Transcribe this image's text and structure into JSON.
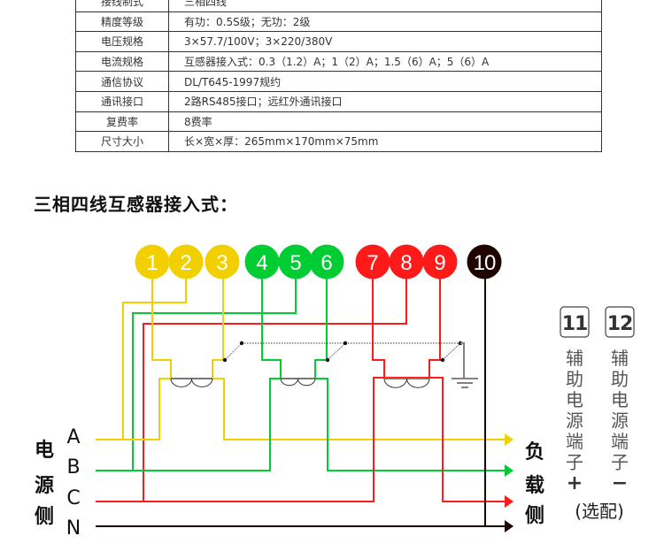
{
  "spec_table": [
    {
      "key": "接线制式",
      "value": "三相四线"
    },
    {
      "key": "精度等级",
      "value": "有功：0.5S级；无功：2级"
    },
    {
      "key": "电压规格",
      "value": "3×57.7/100V；3×220/380V"
    },
    {
      "key": "电流规格",
      "value": "互感器接入式：0.3（1.2）A；1（2）A；1.5（6）A；5（6）A"
    },
    {
      "key": "通信协议",
      "value": "DL/T645-1997规约"
    },
    {
      "key": "通讯接口",
      "value": "2路RS485接口；远红外通讯接口"
    },
    {
      "key": "复费率",
      "value": "8费率"
    },
    {
      "key": "尺寸大小",
      "value": "长×宽×厚：265mm×170mm×75mm"
    }
  ],
  "diagram": {
    "title": "三相四线互感器接入式：",
    "terminals": [
      "1",
      "2",
      "3",
      "4",
      "5",
      "6",
      "7",
      "8",
      "9",
      "10"
    ],
    "terminal_colors": {
      "A": "#f2d000",
      "B": "#00cc33",
      "C": "#ff1a1a",
      "N": "#1e0500"
    },
    "source_label": [
      "电",
      "源",
      "侧"
    ],
    "phases": [
      "A",
      "B",
      "C",
      "N"
    ],
    "load_label": [
      "负",
      "载",
      "侧"
    ],
    "aux_terminals": [
      {
        "number": "11",
        "text": [
          "辅",
          "助",
          "电",
          "源",
          "端",
          "子"
        ],
        "sign": "+"
      },
      {
        "number": "12",
        "text": [
          "辅",
          "助",
          "电",
          "源",
          "端",
          "子"
        ],
        "sign": "−"
      }
    ],
    "optional_note": "(选配)"
  }
}
